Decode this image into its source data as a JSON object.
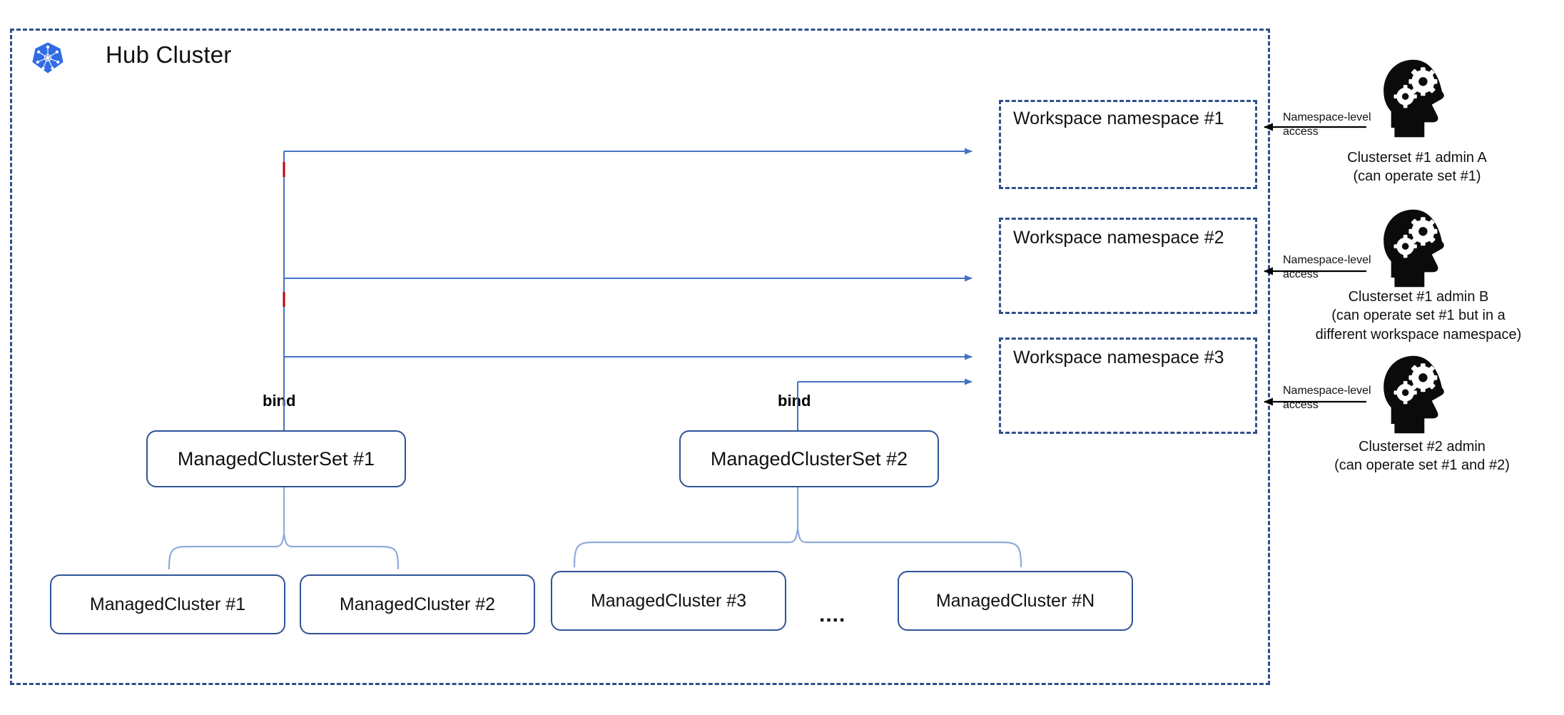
{
  "diagram": {
    "title": "Hub Cluster",
    "logo_icon": "kubernetes-icon",
    "colors": {
      "border_dashed": "#2f4f8a",
      "box_border": "#2f5496",
      "arrow_blue": "#4472c4",
      "brace_blue": "#8faadc",
      "tick_red": "#c00000",
      "text": "#111111"
    }
  },
  "workspaces": [
    {
      "label": "Workspace namespace #1"
    },
    {
      "label": "Workspace namespace #2"
    },
    {
      "label": "Workspace namespace #3"
    }
  ],
  "clustersets": [
    {
      "label": "ManagedClusterSet #1",
      "bind_label": "bind"
    },
    {
      "label": "ManagedClusterSet #2",
      "bind_label": "bind"
    }
  ],
  "clusters": [
    {
      "label": "ManagedCluster #1"
    },
    {
      "label": "ManagedCluster #2"
    },
    {
      "label": "ManagedCluster #3"
    },
    {
      "label": "ManagedCluster #N"
    }
  ],
  "ellipsis": "....",
  "personas": [
    {
      "icon": "head-with-gears-icon",
      "access_line1": "Namespace-level",
      "access_line2": "access",
      "caption": "Clusterset #1 admin A\n(can operate set #1)"
    },
    {
      "icon": "head-with-gears-icon",
      "access_line1": "Namespace-level",
      "access_line2": "access",
      "caption": "Clusterset #1 admin B\n(can operate set #1 but in a\ndifferent workspace namespace)"
    },
    {
      "icon": "head-with-gears-icon",
      "access_line1": "Namespace-level",
      "access_line2": "access",
      "caption": "Clusterset #2 admin\n(can operate set #1 and #2)"
    }
  ]
}
